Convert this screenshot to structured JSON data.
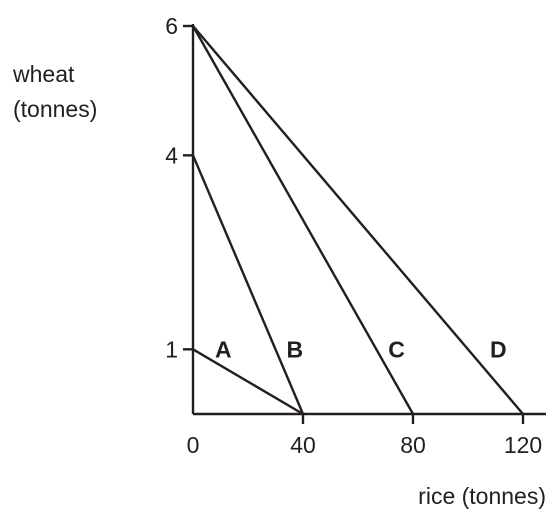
{
  "chart_data": {
    "type": "line",
    "title": "",
    "ylabel_lines": [
      "wheat",
      "(tonnes)"
    ],
    "xlabel": "rice (tonnes)",
    "xlim": [
      0,
      120
    ],
    "ylim": [
      0,
      6
    ],
    "x_ticks": [
      {
        "value": 0,
        "label": "0"
      },
      {
        "value": 40,
        "label": "40"
      },
      {
        "value": 80,
        "label": "80"
      },
      {
        "value": 120,
        "label": "120"
      }
    ],
    "y_ticks": [
      {
        "value": 1,
        "label": "1"
      },
      {
        "value": 4,
        "label": "4"
      },
      {
        "value": 6,
        "label": "6"
      }
    ],
    "series": [
      {
        "name": "A",
        "points": [
          [
            0,
            1
          ],
          [
            40,
            0
          ]
        ],
        "label_at": [
          11,
          1
        ]
      },
      {
        "name": "B",
        "points": [
          [
            0,
            4
          ],
          [
            40,
            0
          ]
        ],
        "label_at": [
          37,
          1
        ]
      },
      {
        "name": "C",
        "points": [
          [
            0,
            6
          ],
          [
            80,
            0
          ]
        ],
        "label_at": [
          74,
          1
        ]
      },
      {
        "name": "D",
        "points": [
          [
            0,
            6
          ],
          [
            120,
            0
          ]
        ],
        "label_at": [
          111,
          1
        ]
      }
    ],
    "grid": false,
    "line_color": "#231f20"
  }
}
